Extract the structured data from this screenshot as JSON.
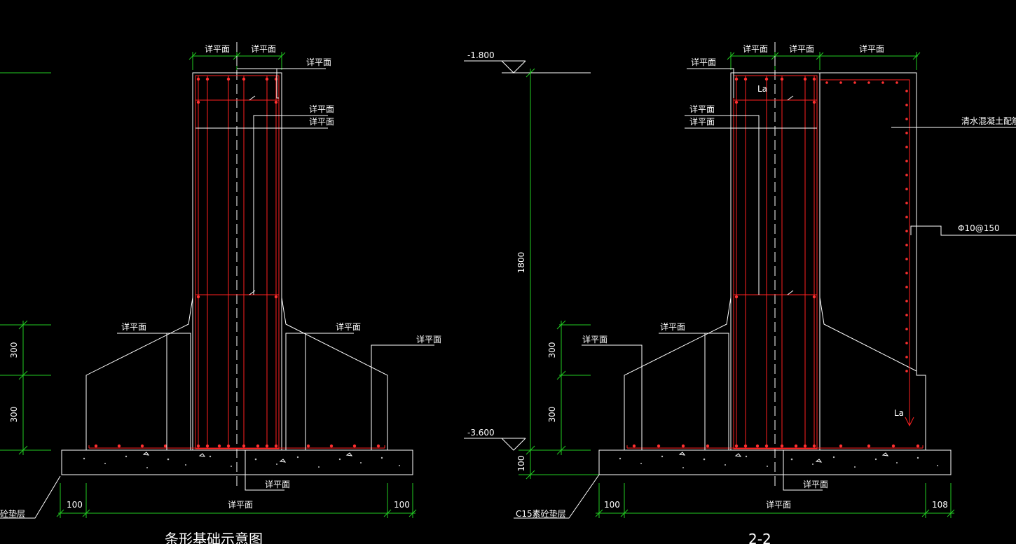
{
  "colors": {
    "background": "#000000",
    "outline": "#ffffff",
    "rebar": "#ff2020",
    "dimension": "#22cc22"
  },
  "labels": {
    "see_plan": "详平面",
    "la": "La",
    "elev_top": "-1.800",
    "elev_bottom": "-3.600",
    "dim_1800": "1800",
    "dim_300": "300",
    "dim_100": "100",
    "dim_108": "108",
    "rebar_spec": "Φ10@150",
    "backfill_note": "清水混凝土配筋详二次深化",
    "c15_cushion": "C15素砼垫层",
    "left_cushion_fragment": "砼垫层",
    "left_title": "条形基础示意图",
    "right_title": "2-2"
  }
}
